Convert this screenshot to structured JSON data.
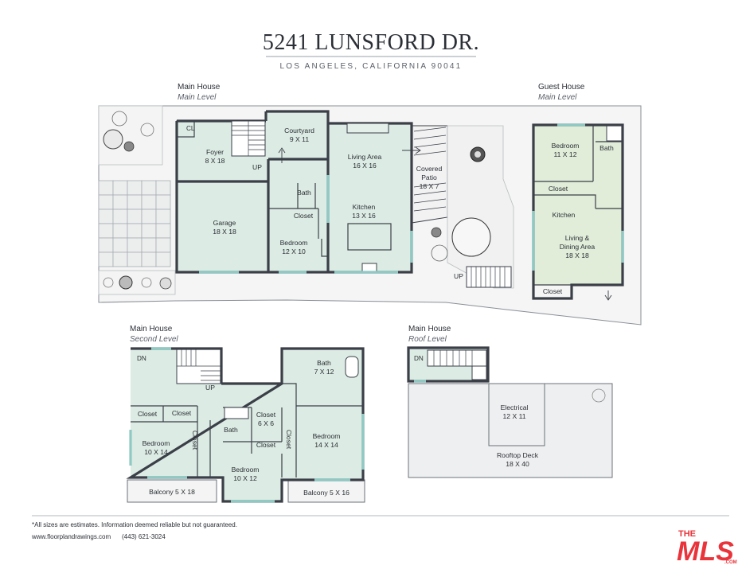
{
  "header": {
    "title": "5241 LUNSFORD DR.",
    "subtitle": "LOS ANGELES, CALIFORNIA  90041"
  },
  "sections": {
    "main_level": {
      "title": "Main House",
      "sub": "Main Level"
    },
    "guest_level": {
      "title": "Guest House",
      "sub": "Main Level"
    },
    "second_level": {
      "title": "Main House",
      "sub": "Second Level"
    },
    "roof_level": {
      "title": "Main House",
      "sub": "Roof Level"
    }
  },
  "rooms": {
    "cl": "CL",
    "foyer": {
      "name": "Foyer",
      "size": "8 X 18"
    },
    "courtyard": {
      "name": "Courtyard",
      "size": "9 X 11"
    },
    "living_area": {
      "name": "Living Area",
      "size": "16 X 16"
    },
    "covered_patio": {
      "name1": "Covered",
      "name2": "Patio",
      "size": "18 X 7"
    },
    "garage": {
      "name": "Garage",
      "size": "18 X 18"
    },
    "bath_main": "Bath",
    "closet_main": "Closet",
    "kitchen_main": {
      "name": "Kitchen",
      "size": "13 X 16"
    },
    "bedroom_main": {
      "name": "Bedroom",
      "size": "12 X 10"
    },
    "up_main": "UP",
    "up_patio": "UP",
    "guest_bedroom": {
      "name": "Bedroom",
      "size": "11 X 12"
    },
    "guest_bath": "Bath",
    "guest_closet1": "Closet",
    "guest_kitchen": "Kitchen",
    "guest_living": {
      "name1": "Living &",
      "name2": "Dining Area",
      "size": "18 X 18"
    },
    "guest_closet2": "Closet",
    "dn_second": "DN",
    "up_second": "UP",
    "bath_second": {
      "name": "Bath",
      "size": "7 X 12"
    },
    "closet_a": "Closet",
    "closet_b": "Closet",
    "closet_c": {
      "name": "Closet",
      "size": "6 X 6"
    },
    "closet_d": "Closet",
    "closet_e": "Closet",
    "closet_f": "Closet",
    "bath_small": "Bath",
    "bedroom_2a": {
      "name": "Bedroom",
      "size": "10 X 14"
    },
    "bedroom_2b": {
      "name": "Bedroom",
      "size": "10 X 12"
    },
    "bedroom_2c": {
      "name": "Bedroom",
      "size": "14 X 14"
    },
    "balcony_1": "Balcony 5 X 18",
    "balcony_2": "Balcony 5 X 16",
    "dn_roof": "DN",
    "electrical": {
      "name": "Electrical",
      "size": "12 X 11"
    },
    "rooftop_deck": {
      "name": "Rooftop Deck",
      "size": "18 X 40"
    }
  },
  "footer": {
    "disclaimer": "*All sizes are estimates. Information deemed reliable but not guaranteed.",
    "website": "www.floorplandrawings.com",
    "phone": "(443) 621-3024",
    "logo_text": "THE MLS.COM"
  },
  "colors": {
    "room_fill": "#dcebe3",
    "wall": "#3b3f48",
    "window": "#8fc9c4",
    "logo_red": "#e8343a"
  }
}
